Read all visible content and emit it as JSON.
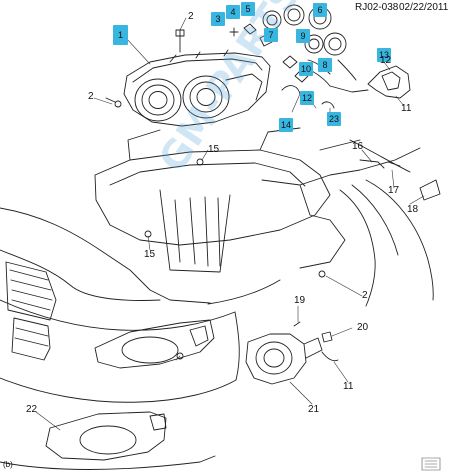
{
  "header": {
    "code": "RJ02-038",
    "date": "02/22/2011"
  },
  "accent_color": "#38b6e0",
  "watermark": "GM-PARTS.RU",
  "corner_left": "(b)",
  "callouts_plain": [
    "2",
    "2",
    "15",
    "15",
    "16",
    "17",
    "18",
    "2",
    "11",
    "19",
    "20",
    "11",
    "21",
    "22",
    "12"
  ],
  "callouts_boxed": [
    "1",
    "3",
    "4",
    "5",
    "6",
    "7",
    "8",
    "9",
    "10",
    "13",
    "14",
    "23",
    "12"
  ]
}
